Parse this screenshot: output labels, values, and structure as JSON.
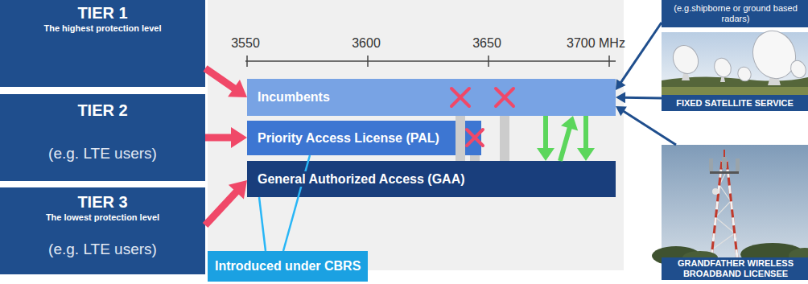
{
  "diagram": {
    "nodes": [
      {
        "text": [
          "TIER 1",
          "The highest protection level"
        ]
      },
      {
        "text": [
          "TIER 2",
          "(e.g. LTE users)"
        ]
      },
      {
        "text": [
          "TIER 3",
          "The lowest protection level",
          "(e.g. LTE users)"
        ]
      },
      {
        "text": [
          "Incumbents"
        ]
      },
      {
        "text": [
          "Priority Access License (PAL)"
        ]
      },
      {
        "text": [
          "General Authorized Access (GAA)"
        ]
      },
      {
        "text": [
          "(e.g.shipborne or ground based radars)"
        ]
      },
      {
        "text": [
          "FIXED SATELLITE SERVICE"
        ]
      },
      {
        "text": [
          "GRANDFATHER WIRELESS BROADBAND LICENSEE"
        ]
      },
      {
        "text": [
          "Introduced under CBRS"
        ]
      }
    ],
    "edges": [
      {
        "from": 0,
        "to": 3,
        "arrow": "to"
      },
      {
        "from": 1,
        "to": 4,
        "arrow": "to"
      },
      {
        "from": 2,
        "to": 5,
        "arrow": "to"
      },
      {
        "from": 5,
        "to": 3,
        "arrow": "none"
      },
      {
        "from": 5,
        "to": 3,
        "arrow": "none"
      },
      {
        "from": 5,
        "to": 4,
        "arrow": "none"
      },
      {
        "from": 3,
        "to": 5,
        "arrow": "to"
      },
      {
        "from": 3,
        "to": 5,
        "arrow": "to"
      },
      {
        "from": 5,
        "to": 3,
        "arrow": "to"
      },
      {
        "from": 6,
        "to": 3,
        "arrow": "to"
      },
      {
        "from": 7,
        "to": 3,
        "arrow": "to"
      },
      {
        "from": 8,
        "to": 3,
        "arrow": "to"
      },
      {
        "from": 9,
        "to": 5,
        "arrow": "none"
      },
      {
        "from": 9,
        "to": 4,
        "arrow": "none"
      }
    ],
    "labels": [
      "3550",
      "3600",
      "3650",
      "3700 MHz"
    ]
  }
}
